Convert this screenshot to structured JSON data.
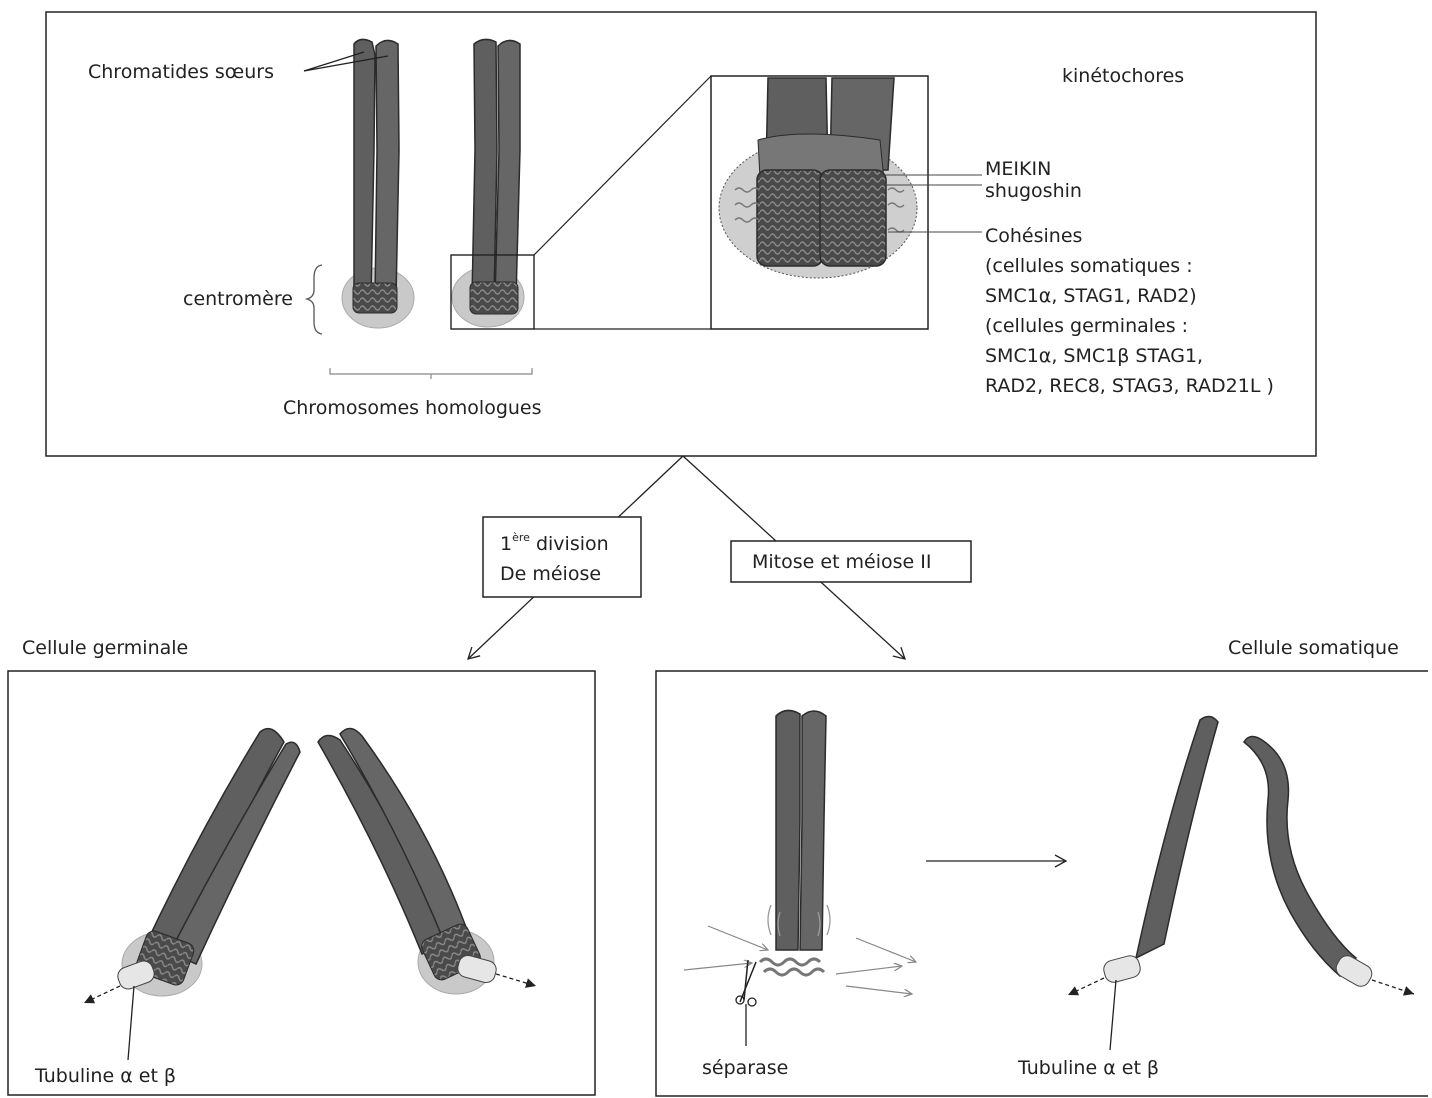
{
  "top_panel": {
    "label_sister_chromatids": "Chromatides sœurs",
    "label_kinetochores": "kinétochores",
    "label_centromere": "centromère",
    "label_homologous": "Chromosomes homologues",
    "label_meikin": "MEIKIN",
    "label_shugoshin": "shugoshin",
    "cohesins": [
      "Cohésines",
      "(cellules somatiques :",
      "SMC1α, STAG1, RAD2)",
      "(cellules germinales :",
      "SMC1α, SMC1β STAG1,",
      "RAD2, REC8, STAG3, RAD21L )"
    ]
  },
  "branch_meiosis": {
    "num": "1",
    "sup": "ère",
    "line1_rest": " division",
    "line2": "De méiose"
  },
  "branch_mitosis": {
    "label": "Mitose et méiose II"
  },
  "germinal_panel": {
    "title": "Cellule germinale",
    "label_tubulin": "Tubuline α et β"
  },
  "somatic_panel": {
    "title": "Cellule somatique",
    "label_separase": "séparase",
    "label_tubulin": "Tubuline α et β"
  },
  "colors": {
    "chromatid": "#5f5f5f",
    "chromatid_outline": "#2b2b2b",
    "centromere_halo": "#c7c7c7",
    "frame": "#222222"
  }
}
